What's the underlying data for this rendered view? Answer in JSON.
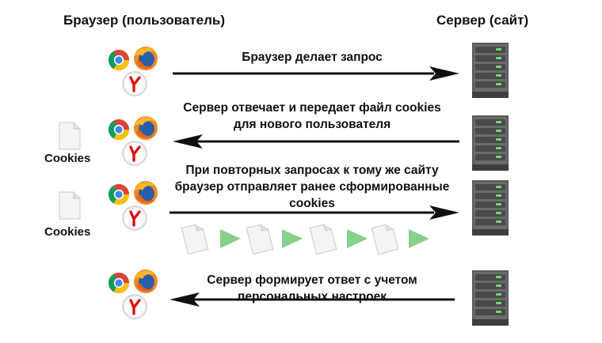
{
  "headers": {
    "browser": "Браузер (пользователь)",
    "server": "Сервер (сайт)"
  },
  "steps": [
    {
      "lines": [
        "Браузер делает запрос"
      ]
    },
    {
      "lines": [
        "Сервер отвечает и передает файл cookies",
        "для нового пользователя"
      ]
    },
    {
      "lines": [
        "При повторных запросах к тому же сайту",
        "браузер  отправляет ранее сформированные",
        "cookies"
      ]
    },
    {
      "lines": [
        "Сервер формирует ответ с учетом",
        "персональных настроек"
      ]
    }
  ],
  "cookies_label": "Cookies",
  "colors": {
    "arrow": "#111111",
    "triangle": "#86d08a",
    "server": "#5a5a5a",
    "server_led": "#6fd36f",
    "firefox": "#f08a1c",
    "yandex": "#e01010"
  },
  "icons": [
    "chrome-icon",
    "firefox-icon",
    "yandex-browser-icon",
    "server-icon",
    "document-icon",
    "play-triangle-icon"
  ]
}
